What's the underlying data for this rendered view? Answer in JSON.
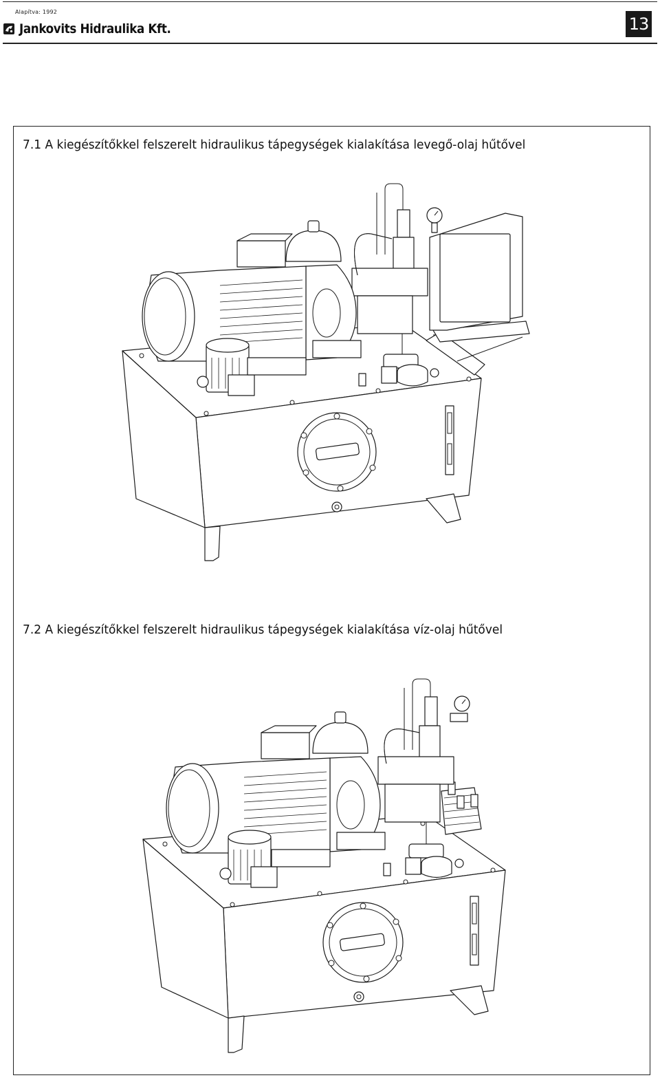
{
  "header": {
    "founded": "Alapítva: 1992",
    "company": "Jankovits Hidraulika Kft.",
    "page_number": "13",
    "logo_icon": "jankovits-logo"
  },
  "sections": [
    {
      "heading": "7.1 A kiegészítőkkel felszerelt hidraulikus tápegységek kialakítása levegő-olaj hűtővel",
      "figure": "hydraulic-power-unit-with-air-oil-cooler"
    },
    {
      "heading": "7.2 A kiegészítőkkel felszerelt hidraulikus tápegységek kialakítása víz-olaj hűtővel",
      "figure": "hydraulic-power-unit-with-water-oil-cooler"
    }
  ],
  "colors": {
    "ink": "#1a1a1a",
    "background": "#ffffff"
  }
}
